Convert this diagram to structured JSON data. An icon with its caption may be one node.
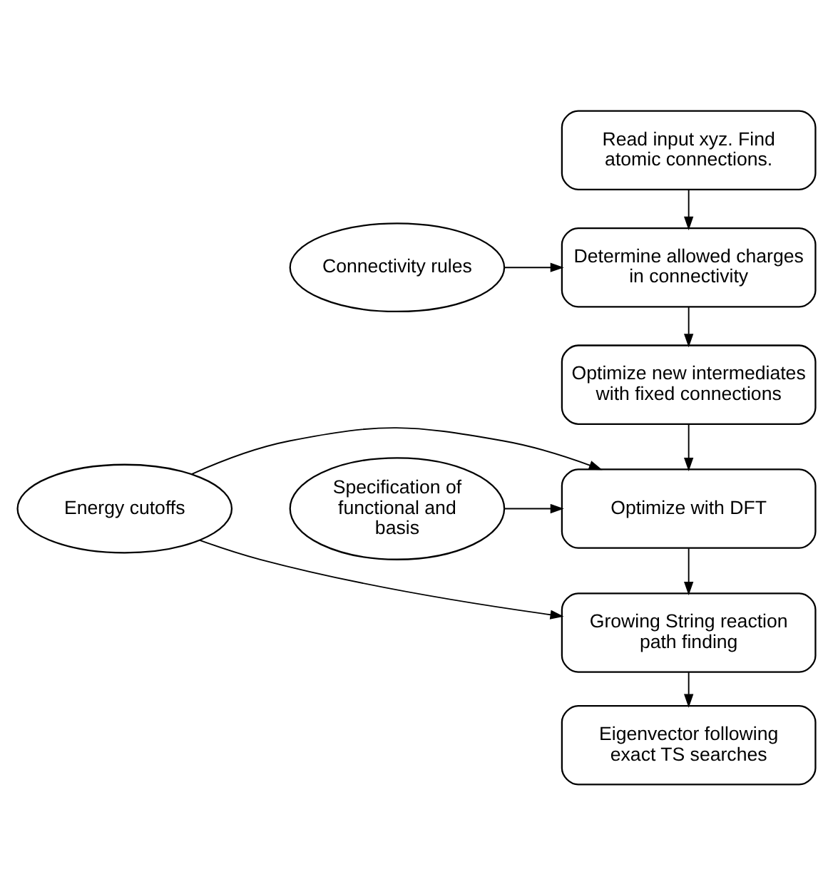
{
  "diagram": {
    "nodes": [
      {
        "text": [
          "Read input xyz. Find atomic connections."
        ]
      },
      {
        "text": [
          "Connectivity rules"
        ]
      },
      {
        "text": [
          "Determine allowed charges in connectivity"
        ]
      },
      {
        "text": [
          "Optimize new intermediates with fixed connections"
        ]
      },
      {
        "text": [
          "Specification of functional and basis"
        ]
      },
      {
        "text": [
          "Optimize with DFT"
        ]
      },
      {
        "text": [
          "Energy cutoffs"
        ]
      },
      {
        "text": [
          "Growing String reaction path finding"
        ]
      },
      {
        "text": [
          "Eigenvector following exact TS searches"
        ]
      }
    ],
    "edges": [
      {
        "from": 0,
        "to": 2,
        "arrow": "to"
      },
      {
        "from": 1,
        "to": 2,
        "arrow": "to"
      },
      {
        "from": 2,
        "to": 3,
        "arrow": "to"
      },
      {
        "from": 3,
        "to": 5,
        "arrow": "to"
      },
      {
        "from": 4,
        "to": 5,
        "arrow": "to"
      },
      {
        "from": 6,
        "to": 5,
        "arrow": "to"
      },
      {
        "from": 6,
        "to": 7,
        "arrow": "to"
      },
      {
        "from": 5,
        "to": 7,
        "arrow": "to"
      },
      {
        "from": 7,
        "to": 8,
        "arrow": "to"
      }
    ]
  }
}
